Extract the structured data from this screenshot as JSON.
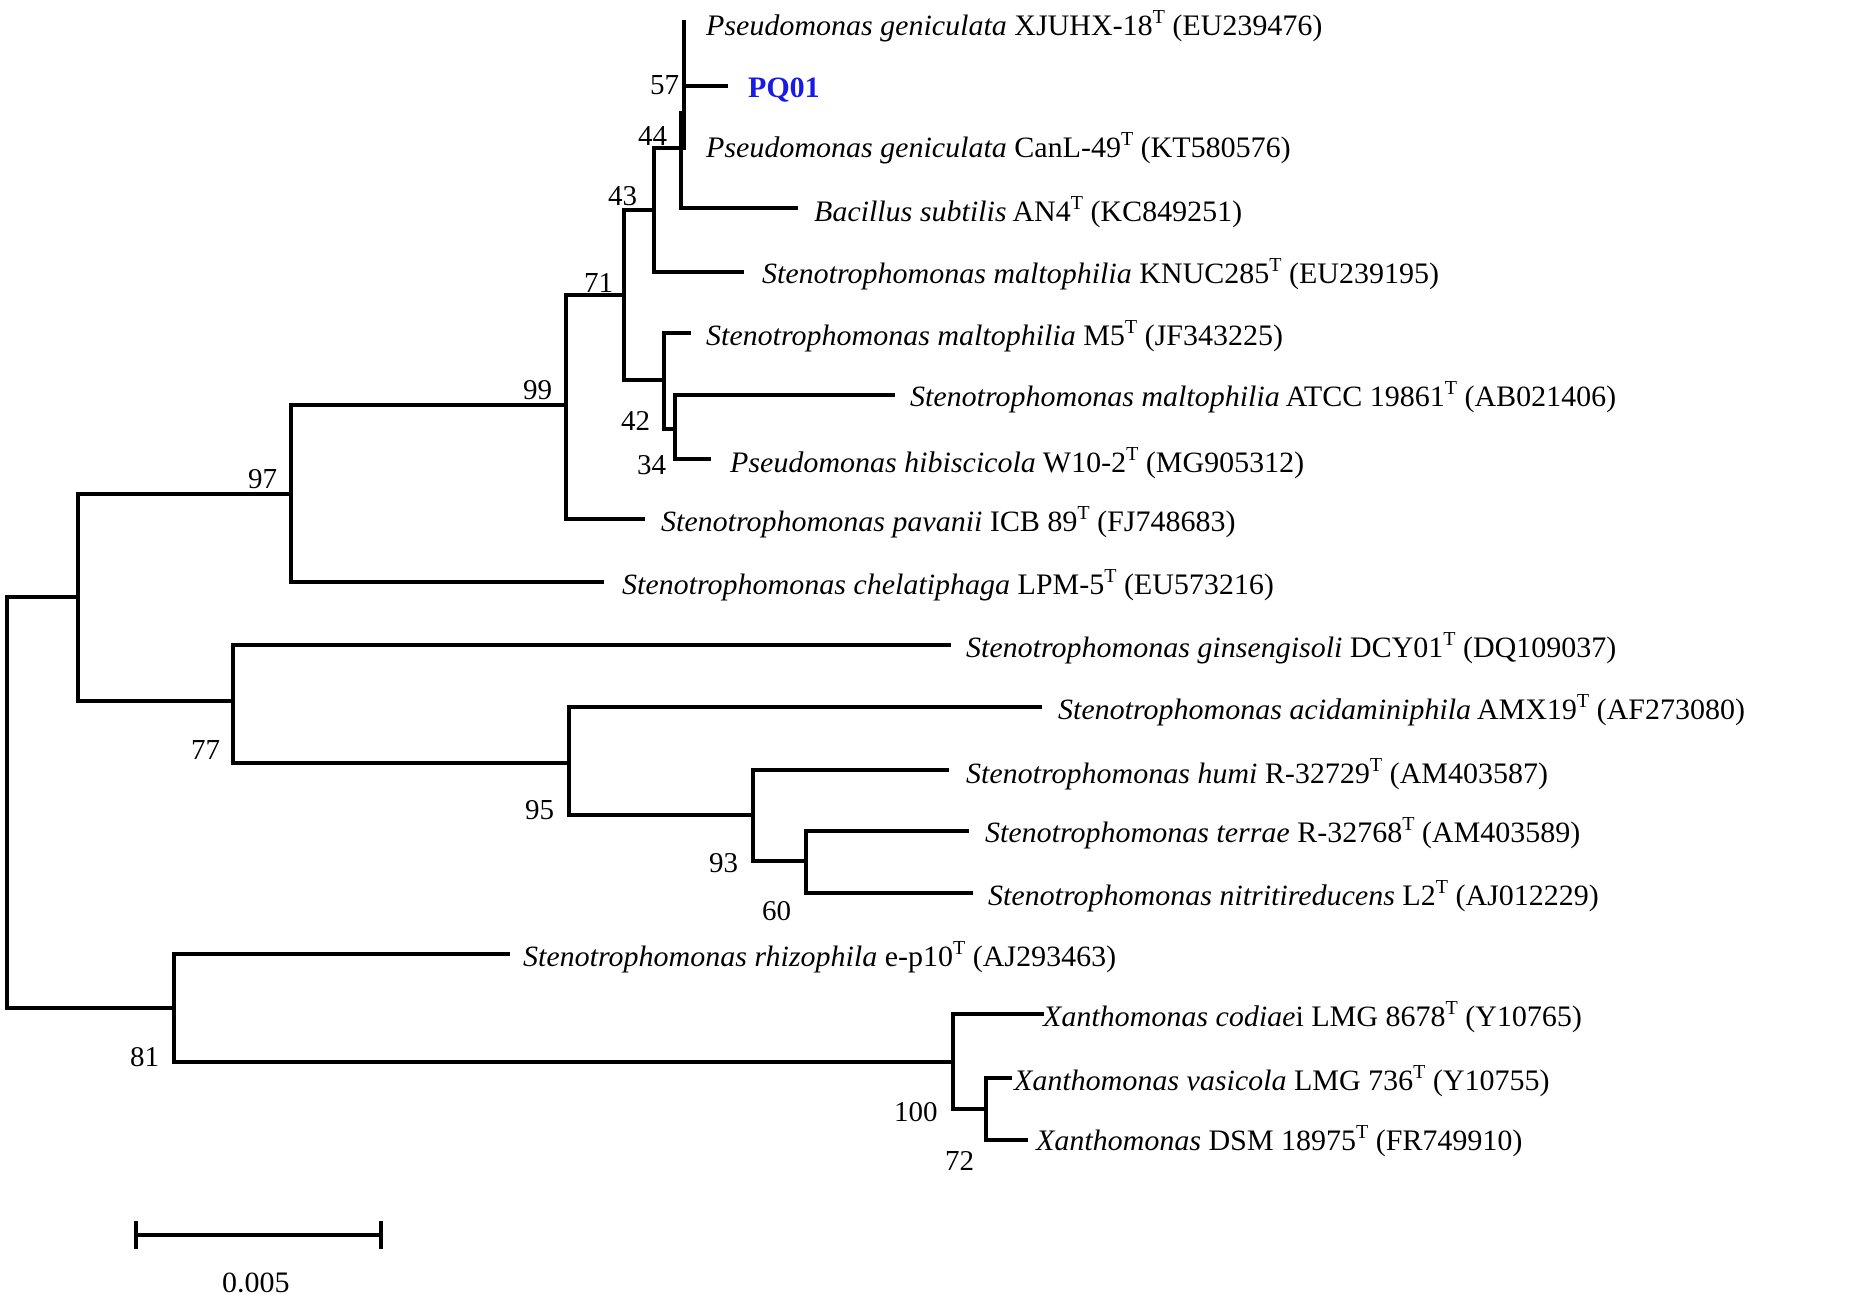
{
  "highlight_color": "#1a1ae6",
  "scale_bar": {
    "label": "0.005"
  },
  "taxa": [
    {
      "id": "t1",
      "genus": "Pseudomonas geniculata",
      "strain": "XJUHX-18",
      "sup": "T",
      "acc": "(EU239476)"
    },
    {
      "id": "t2",
      "label": "PQ01",
      "highlight": true
    },
    {
      "id": "t3",
      "genus": "Pseudomonas geniculata",
      "strain": "CanL-49",
      "sup": "T",
      "acc": "(KT580576)"
    },
    {
      "id": "t4",
      "genus": "Bacillus subtilis",
      "strain": "AN4",
      "sup": "T",
      "acc": "(KC849251)"
    },
    {
      "id": "t5",
      "genus": "Stenotrophomonas maltophilia",
      "strain": "KNUC285",
      "sup": "T",
      "acc": "(EU239195)"
    },
    {
      "id": "t6",
      "genus": "Stenotrophomonas maltophilia",
      "strain": "M5",
      "sup": "T",
      "acc": "(JF343225)"
    },
    {
      "id": "t7",
      "genus": "Stenotrophomonas maltophilia",
      "strain": "ATCC 19861",
      "sup": "T",
      "acc": "(AB021406)"
    },
    {
      "id": "t8",
      "genus": "Pseudomonas hibiscicola",
      "strain": "W10-2",
      "sup": "T",
      "acc": "(MG905312)"
    },
    {
      "id": "t9",
      "genus": "Stenotrophomonas pavanii",
      "strain": "ICB 89",
      "sup": "T",
      "acc": "(FJ748683)"
    },
    {
      "id": "t10",
      "genus": "Stenotrophomonas chelatiphaga",
      "strain": "LPM-5",
      "sup": "T",
      "acc": "(EU573216)"
    },
    {
      "id": "t11",
      "genus": "Stenotrophomonas ginsengisoli",
      "strain": "DCY01",
      "sup": "T",
      "acc": "(DQ109037)"
    },
    {
      "id": "t12",
      "genus": "Stenotrophomonas acidaminiphila",
      "strain": "AMX19",
      "sup": "T",
      "acc": "(AF273080)"
    },
    {
      "id": "t13",
      "genus": "Stenotrophomonas humi",
      "strain": "R-32729",
      "sup": "T",
      "acc": "(AM403587)"
    },
    {
      "id": "t14",
      "genus": "Stenotrophomonas terrae",
      "strain": "R-32768",
      "sup": "T",
      "acc": "(AM403589)"
    },
    {
      "id": "t15",
      "genus": "Stenotrophomonas nitritireducens",
      "strain": "L2",
      "sup": "T",
      "acc": "(AJ012229)"
    },
    {
      "id": "t16",
      "genus": "Stenotrophomonas rhizophila",
      "strain": "e-p10",
      "sup": "T",
      "acc": "(AJ293463)"
    },
    {
      "id": "t17",
      "genus": "Xanthomonas codiae",
      "genus_tail": "i",
      "strain": "LMG 8678",
      "sup": "T",
      "acc": "(Y10765)"
    },
    {
      "id": "t18",
      "genus": "Xanthomonas vasicola",
      "strain": "LMG 736",
      "sup": "T",
      "acc": "(Y10755)"
    },
    {
      "id": "t19",
      "genus": "Xanthomonas",
      "strain": "DSM 18975",
      "sup": "T",
      "acc": "(FR749910)"
    }
  ],
  "bootstrap": {
    "n57": "57",
    "n44": "44",
    "n43": "43",
    "n71": "71",
    "n99": "99",
    "n42": "42",
    "n34": "34",
    "n97": "97",
    "n77": "77",
    "n95": "95",
    "n93": "93",
    "n60": "60",
    "n81": "81",
    "n100": "100",
    "n72": "72"
  }
}
